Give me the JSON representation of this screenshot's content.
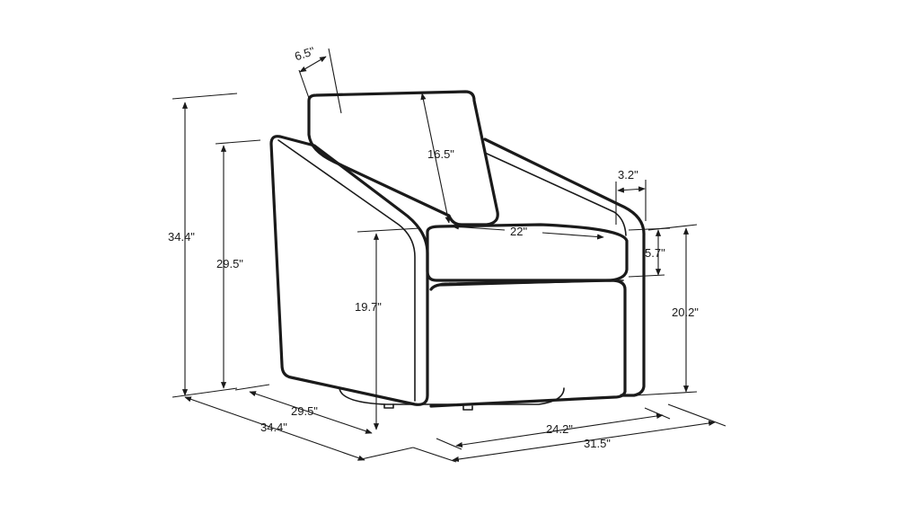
{
  "colors": {
    "stroke": "#1a1a1a",
    "background": "#ffffff"
  },
  "dimensions": {
    "cushion_depth": "6.5\"",
    "cushion_height": "16.5\"",
    "arm_width": "3.2\"",
    "seat_width": "22\"",
    "seat_cushion_height": "5.7\"",
    "overall_height": "34.4\"",
    "back_height": "29.5\"",
    "seat_height": "19.7\"",
    "arm_height": "20.2\"",
    "seat_depth": "29.5\"",
    "overall_depth": "34.4\"",
    "inner_width": "24.2\"",
    "overall_width": "31.5\""
  }
}
